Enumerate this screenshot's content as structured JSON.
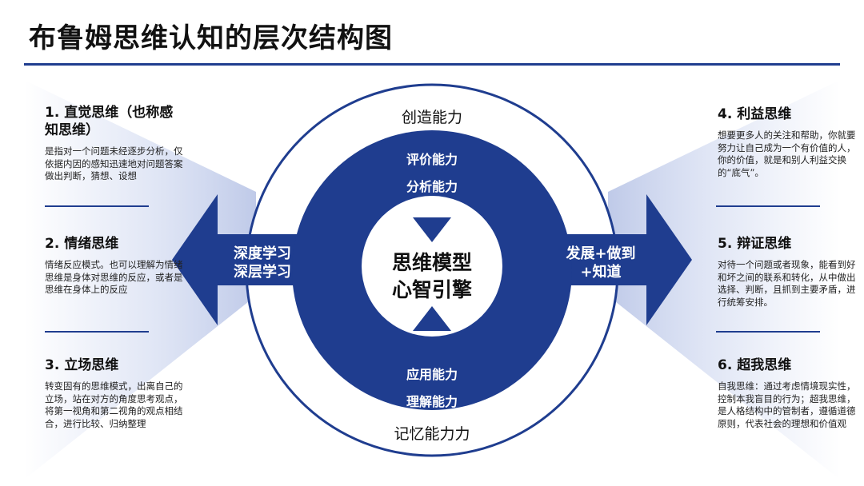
{
  "title": "布鲁姆思维认知的层次结构图",
  "colors": {
    "primary": "#1f3d8f",
    "ring_border": "#1f3d8f"
  },
  "ring": {
    "outer_top": "创造能力",
    "outer_bottom": "记忆能力力",
    "inner_top": [
      "评价能力",
      "分析能力"
    ],
    "inner_bottom": [
      "应用能力",
      "理解能力"
    ],
    "center": [
      "思维模型",
      "心智引擎"
    ]
  },
  "arrows": {
    "left": [
      "深度学习",
      "深层学习"
    ],
    "right": [
      "发展+做到",
      "+知道"
    ]
  },
  "left_panels": [
    {
      "heading": "1. 直觉思维（也称感知思维）",
      "body": "是指对一个问题未经逐步分析，仅依据内因的感知迅速地对问题答案做出判断，猜想、设想"
    },
    {
      "heading": "2. 情绪思维",
      "body": "情绪反应模式。也可以理解为情绪思维是身体对思维的反应，或者是思维在身体上的反应"
    },
    {
      "heading": "3. 立场思维",
      "body": "转变固有的思维模式，出离自己的立场，站在对方的角度思考观点，将第一视角和第二视角的观点相结合，进行比较、归纳整理"
    }
  ],
  "right_panels": [
    {
      "heading": "4. 利益思维",
      "body": "想要更多人的关注和帮助，你就要努力让自己成为一个有价值的人，你的价值，就是和别人利益交换的“底气”。"
    },
    {
      "heading": "5. 辩证思维",
      "body": "对待一个问题或者现象，能看到好和坏之间的联系和转化，从中做出选择、判断，且抓到主要矛盾，进行统筹安排。"
    },
    {
      "heading": "6. 超我思维",
      "body": "自我思维：通过考虑情境现实性，控制本我盲目的行为；超我思维，是人格结构中的管制者，遵循道德原则，代表社会的理想和价值观"
    }
  ]
}
